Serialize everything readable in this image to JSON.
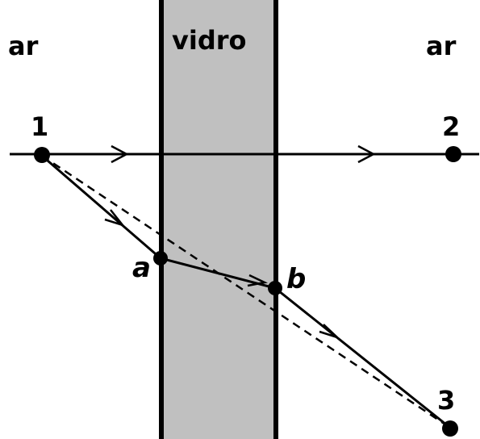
{
  "labels": {
    "left_medium": "ar",
    "center_medium": "vidro",
    "right_medium": "ar"
  },
  "points": {
    "p1": "1",
    "p2": "2",
    "p3": "3",
    "a": "a",
    "b": "b"
  },
  "colors": {
    "glass_fill": "#c0c0c0",
    "line": "#000000",
    "background": "#ffffff"
  },
  "icons": {
    "direction_marker": "open-arrowhead-icon",
    "point_marker": "filled-dot-icon"
  }
}
